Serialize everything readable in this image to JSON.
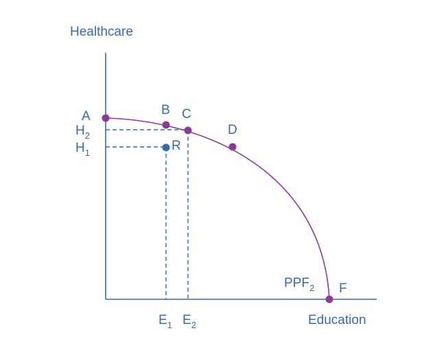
{
  "axes": {
    "y_label": "Healthcare",
    "x_label": "Education"
  },
  "curve": {
    "label_main": "PPF",
    "label_sub": "2"
  },
  "points": {
    "A": "A",
    "B": "B",
    "C": "C",
    "D": "D",
    "F": "F",
    "R": "R"
  },
  "ticks": {
    "H2": {
      "main": "H",
      "sub": "2"
    },
    "H1": {
      "main": "H",
      "sub": "1"
    },
    "E1": {
      "main": "E",
      "sub": "1"
    },
    "E2": {
      "main": "E",
      "sub": "2"
    }
  },
  "colors": {
    "axis": "#3a68ad",
    "curve": "#8b3a9a",
    "curve_point": "#8b3a9a",
    "inside_point": "#3a68ad",
    "text": "#3a68ad"
  }
}
